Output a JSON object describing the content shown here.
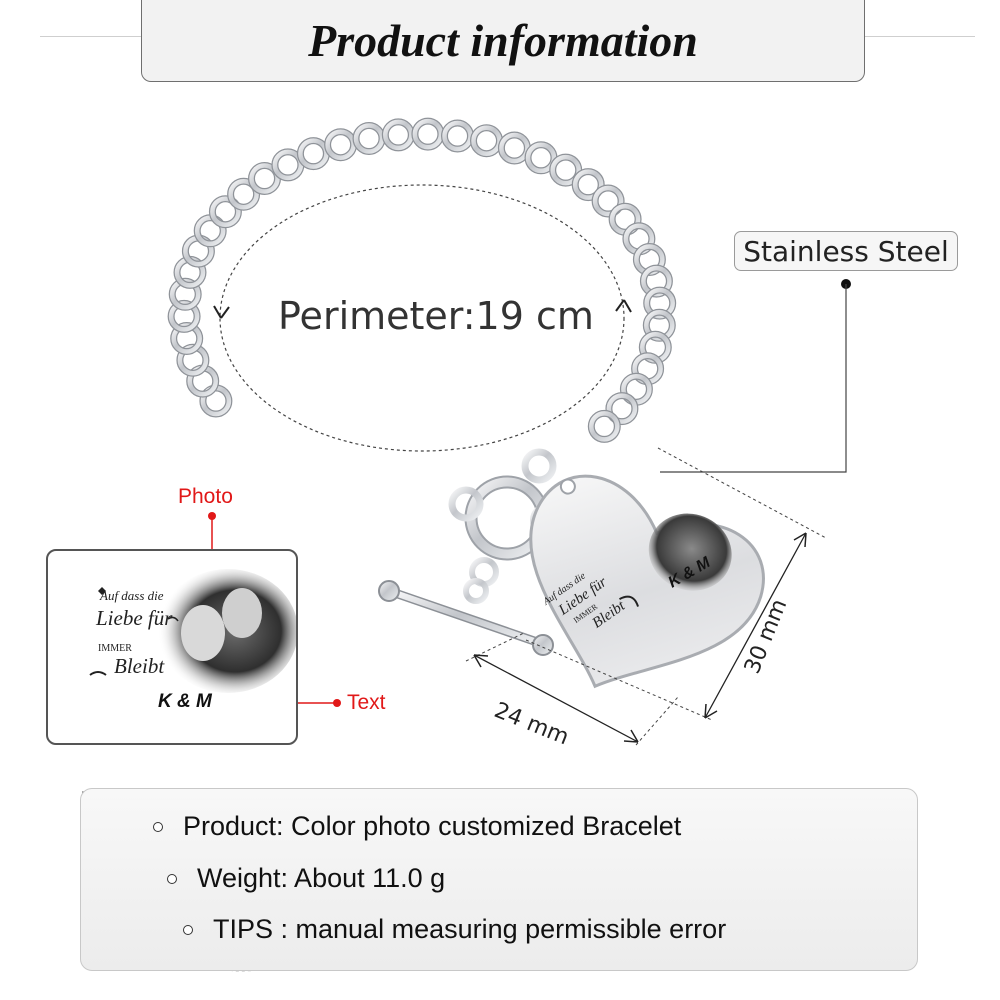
{
  "header": {
    "title": "Product information"
  },
  "dimensions": {
    "perimeter_label": "Perimeter:19 cm",
    "width_label": "24 mm",
    "height_label": "30 mm"
  },
  "material": {
    "label": "Stainless Steel"
  },
  "callouts": {
    "photo_label": "Photo",
    "text_label": "Text"
  },
  "engraving": {
    "line1": "Auf dass die",
    "line2": "Liebe für",
    "line3": "IMMER",
    "line4": "Bleibt",
    "initials": "K & M"
  },
  "info": {
    "product": "Product: Color photo customized Bracelet",
    "weight": "Weight: About 11.0 g",
    "tips": "TIPS : manual measuring permissible error"
  },
  "colors": {
    "accent_red": "#e11818",
    "header_bg": "#f2f2f2",
    "metal": "#c9ccd0"
  },
  "icons": {
    "bracelet": "bracelet-illustration",
    "heart_charm": "heart-charm-icon",
    "toggle_clasp": "toggle-clasp-icon",
    "couple_photo": "couple-photo-icon",
    "feather": "feather-icon"
  }
}
